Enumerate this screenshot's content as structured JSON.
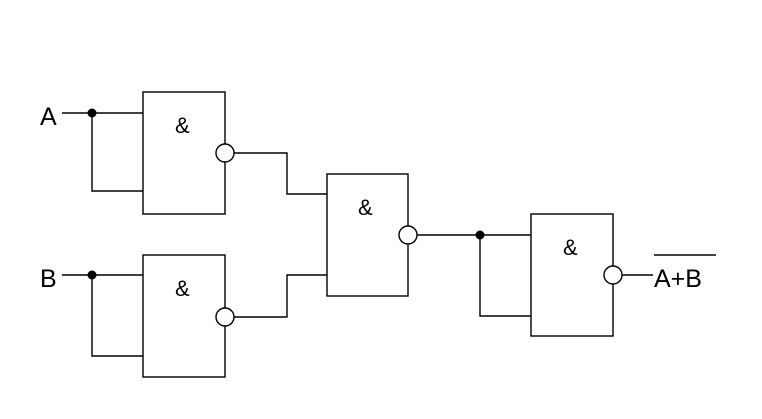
{
  "inputs": {
    "a": "A",
    "b": "B"
  },
  "output": {
    "label": "A+B",
    "overlined": true
  },
  "gates": [
    {
      "id": "gate-1",
      "symbol": "&",
      "negated_output": true
    },
    {
      "id": "gate-2",
      "symbol": "&",
      "negated_output": true
    },
    {
      "id": "gate-3",
      "symbol": "&",
      "negated_output": true
    },
    {
      "id": "gate-4",
      "symbol": "&",
      "negated_output": true
    }
  ],
  "colors": {
    "stroke": "#000000",
    "background": "#ffffff"
  }
}
